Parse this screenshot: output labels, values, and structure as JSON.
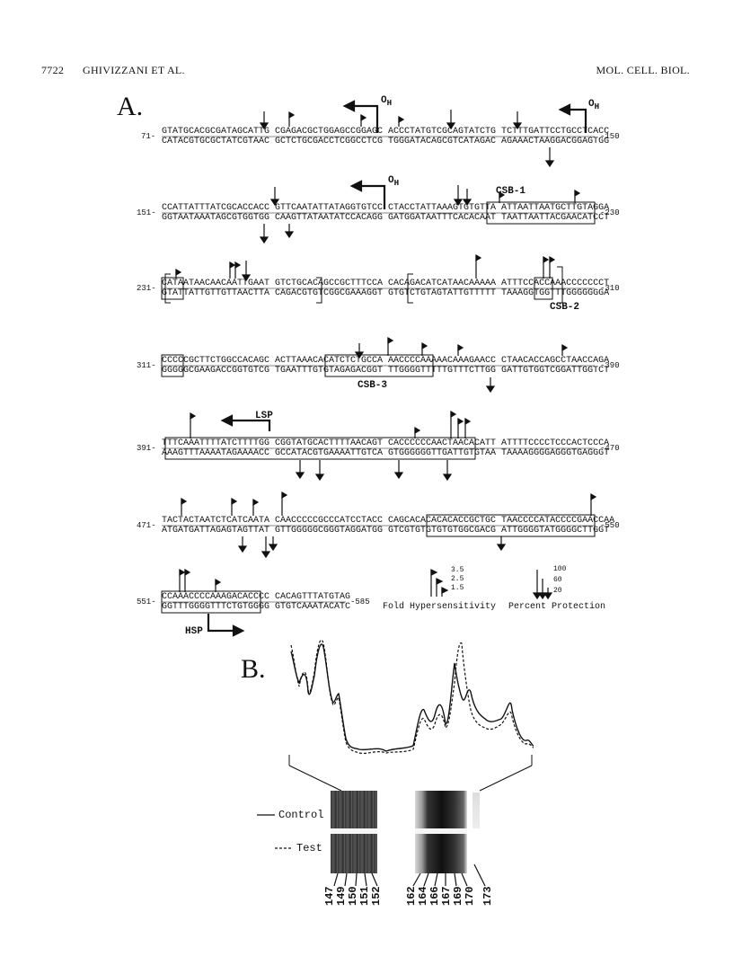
{
  "header": {
    "page_number": "7722",
    "authors": "GHIVIZZANI ET AL.",
    "journal": "MOL. CELL. BIOL."
  },
  "panel_a": {
    "label": "A.",
    "rows": [
      {
        "start": "71-",
        "top": "GTATGCACGCGATAGCATTG CGAGACGCTGGAGCCGGAGC ACCCTATGTCGCAGTATCTG TCTTTGATTCCTGCCTCACC",
        "bottom": "CATACGTGCGCTATCGTAAC GCTCTGCGACCTCGGCCTCG TGGGATACAGCGTCATAGAC AGAAACTAAGGACGGAGTGG",
        "end": "-150"
      },
      {
        "start": "151-",
        "top": "CCATTATTTATCGCACCACC GTTCAATATTATAGGTGTCC CTACCTATTAAAGTGTGTTA ATTAATTAATGCTTGTAGGA",
        "bottom": "GGTAATAAATAGCGTGGTGG CAAGTTATAATATCCACAGG GATGGATAATTTCACACAAT TAATTAATTACGAACATCCT",
        "end": "-230"
      },
      {
        "start": "231-",
        "top": "CATAATAACAACAATTGAAT GTCTGCACAGCCGCTTTCCA CACAGACATCATAACAAAAA ATTTCCACCAAACCCCCCCT",
        "bottom": "GTATTATTGTTGTTAACTTA CAGACGTGTCGGCGAAAGGT GTGTCTGTAGTATTGTTTTT TAAAGGTGGTTTGGGGGGGA",
        "end": "-310"
      },
      {
        "start": "311-",
        "top": "CCCCCGCTTCTGGCCACAGC ACTTAAACACATCTCTGCCA AACCCCAAAAACAAAGAACC CTAACACCAGCCTAACCAGA",
        "bottom": "GGGGGCGAAGACCGGTGTCG TGAATTTGTGTAGAGACGGT TTGGGGTTTTTGTTTCTTGG GATTGTGGTCGGATTGGTCT",
        "end": "-390"
      },
      {
        "start": "391-",
        "top": "TTTCAAATTTTATCTTTTGG CGGTATGCACTTTTAACAGT CACCCCCCAACTAACACATT ATTTTCCCCTCCCACTCCCA",
        "bottom": "AAAGTTTAAAATAGAAAACC GCCATACGTGAAAATTGTCA GTGGGGGGTTGATTGTGTAA TAAAAGGGGAGGGTGAGGGT",
        "end": "-470"
      },
      {
        "start": "471-",
        "top": "TACTACTAATCTCATCAATA CAACCCCCGCCCATCCTACC CAGCACACACACACCGCTGC TAACCCCATACCCCGAACCAA",
        "bottom": "ATGATGATTAGAGTAGTTAT GTTGGGGGCGGGTAGGATGG GTCGTGTGTGTGTGGCGACG ATTGGGGTATGGGGCTTGGT",
        "end": "-550"
      },
      {
        "start": "551-",
        "top": "CCAAACCCCAAAGACACCCC CACAGTTTATGTAG",
        "bottom": "GGTTTGGGGTTTCTGTGGGG GTGTCAAATACATC",
        "end": "-585"
      }
    ],
    "labels": {
      "oh_1": "O",
      "oh_1_sub": "H",
      "oh_2": "O",
      "oh_2_sub": "H",
      "oh_3": "O",
      "oh_3_sub": "H",
      "csb1": "CSB-1",
      "csb2": "CSB-2",
      "csb3": "CSB-3",
      "lsp": "LSP",
      "hsp": "HSP"
    },
    "legend": {
      "hypersensitivity_ticks": [
        "3.5",
        "2.5",
        "1.5"
      ],
      "hypersensitivity_label": "Fold Hypersensitivity",
      "protection_ticks": [
        "100",
        "60",
        "20"
      ],
      "protection_label": "Percent Protection"
    }
  },
  "panel_b": {
    "label": "B.",
    "legend": [
      {
        "name": "Control",
        "style": "solid"
      },
      {
        "name": "Test",
        "style": "dashed"
      }
    ],
    "lane_labels": [
      "147",
      "149",
      "150",
      "151",
      "152",
      "162",
      "164",
      "166",
      "167",
      "169",
      "170",
      "173"
    ]
  }
}
